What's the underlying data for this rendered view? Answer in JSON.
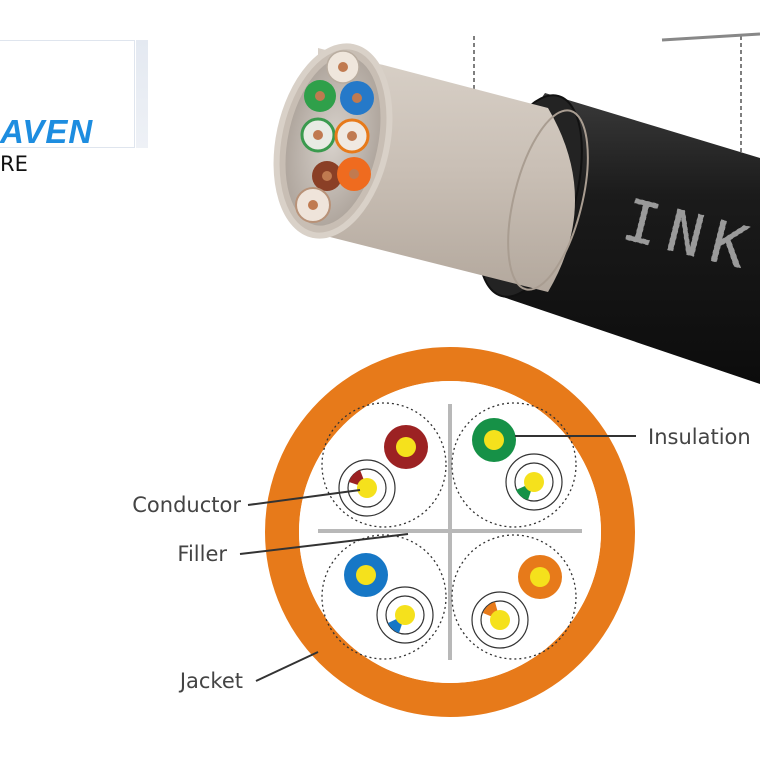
{
  "logo": {
    "word": "AVEN",
    "sub": "RE"
  },
  "cable_print": "INK",
  "labels": {
    "insulation": "Insulation",
    "conductor": "Conductor",
    "filler": "Filler",
    "jacket": "Jacket"
  },
  "colors": {
    "jacket": "#e77a1a",
    "brown": "#9c2223",
    "green": "#169147",
    "blue": "#1677c6",
    "orange": "#e77a1a",
    "conductor": "#f5e11c",
    "label_text": "#444444",
    "logo_blue": "#1d8de0"
  },
  "pairs": [
    {
      "name": "brown-pair",
      "color_key": "brown"
    },
    {
      "name": "green-pair",
      "color_key": "green"
    },
    {
      "name": "blue-pair",
      "color_key": "blue"
    },
    {
      "name": "orange-pair",
      "color_key": "orange"
    }
  ]
}
